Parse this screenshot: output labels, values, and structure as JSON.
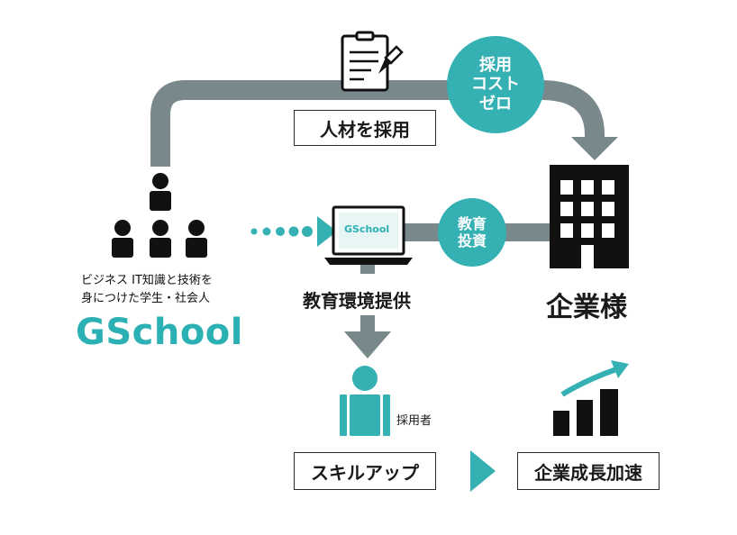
{
  "labels": {
    "hire_box": "人材を採用",
    "cost_zero_lines": [
      "採用",
      "コスト",
      "ゼロ"
    ],
    "edu_invest_lines": [
      "教育",
      "投資"
    ],
    "students_lines": [
      "ビジネス IT知識と技術を",
      "身につけた学生・社会人"
    ],
    "logo": "GSchool",
    "laptop_screen": "GSchool",
    "edu_env": "教育環境提供",
    "company": "企業様",
    "hired": "採用者",
    "skill_up": "スキルアップ",
    "growth": "企業成長加速"
  },
  "colors": {
    "gray": "#79888a",
    "teal": "#35b0b3",
    "dark": "#111111",
    "logo_teal": "#2bb0b4"
  },
  "icons": {
    "clipboard": "clipboard-pen-icon",
    "people": "people-group-icon",
    "laptop": "laptop-icon",
    "building": "office-building-icon",
    "person": "person-icon",
    "chart": "growth-chart-icon",
    "play": "play-triangle-icon"
  }
}
